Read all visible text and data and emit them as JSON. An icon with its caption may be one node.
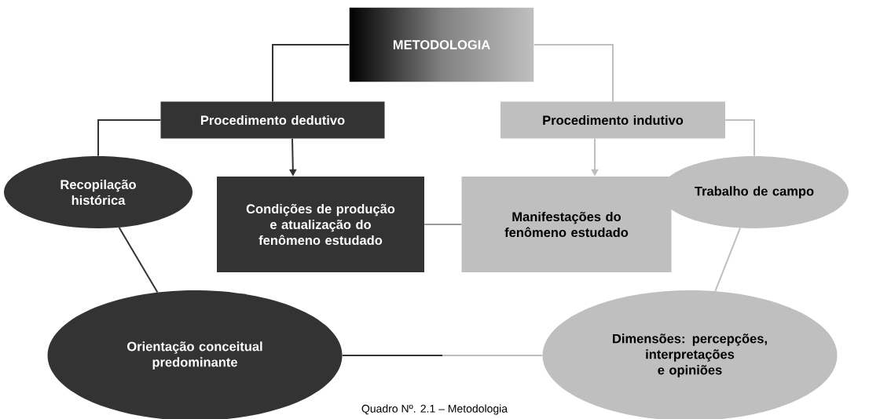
{
  "diagram": {
    "caption": "Quadro Nº. 2.1 – Metodologia",
    "nodes": [
      {
        "text": [
          "METODOLOGIA"
        ]
      },
      {
        "text": [
          "Procedimento dedutivo"
        ]
      },
      {
        "text": [
          "Procedimento indutivo"
        ]
      },
      {
        "text": [
          "Recopilação histórica"
        ]
      },
      {
        "text": [
          "Condições de produção e atualização do fenômeno estudado"
        ]
      },
      {
        "text": [
          "Manifestações do fenômeno estudado"
        ]
      },
      {
        "text": [
          "Trabalho de campo"
        ]
      },
      {
        "text": [
          "Orientação conceitual predominante"
        ]
      },
      {
        "text": [
          "Dimensões: percepções, interpretações e opiniões"
        ]
      }
    ],
    "edges": [
      {
        "from": 0,
        "to": 1,
        "arrow": "none",
        "color": "#333333"
      },
      {
        "from": 0,
        "to": 2,
        "arrow": "none",
        "color": "#bfbfbf"
      },
      {
        "from": 1,
        "to": 3,
        "arrow": "none",
        "color": "#333333"
      },
      {
        "from": 1,
        "to": 4,
        "arrow": "to",
        "color": "#333333"
      },
      {
        "from": 2,
        "to": 5,
        "arrow": "to",
        "color": "#bfbfbf"
      },
      {
        "from": 2,
        "to": 6,
        "arrow": "none",
        "color": "#bfbfbf"
      },
      {
        "from": 3,
        "to": 7,
        "arrow": "none",
        "color": "#333333"
      },
      {
        "from": 4,
        "to": 5,
        "arrow": "none",
        "color": "#999999"
      },
      {
        "from": 6,
        "to": 8,
        "arrow": "none",
        "color": "#bfbfbf"
      },
      {
        "from": 7,
        "to": 8,
        "arrow": "none"
      }
    ]
  }
}
